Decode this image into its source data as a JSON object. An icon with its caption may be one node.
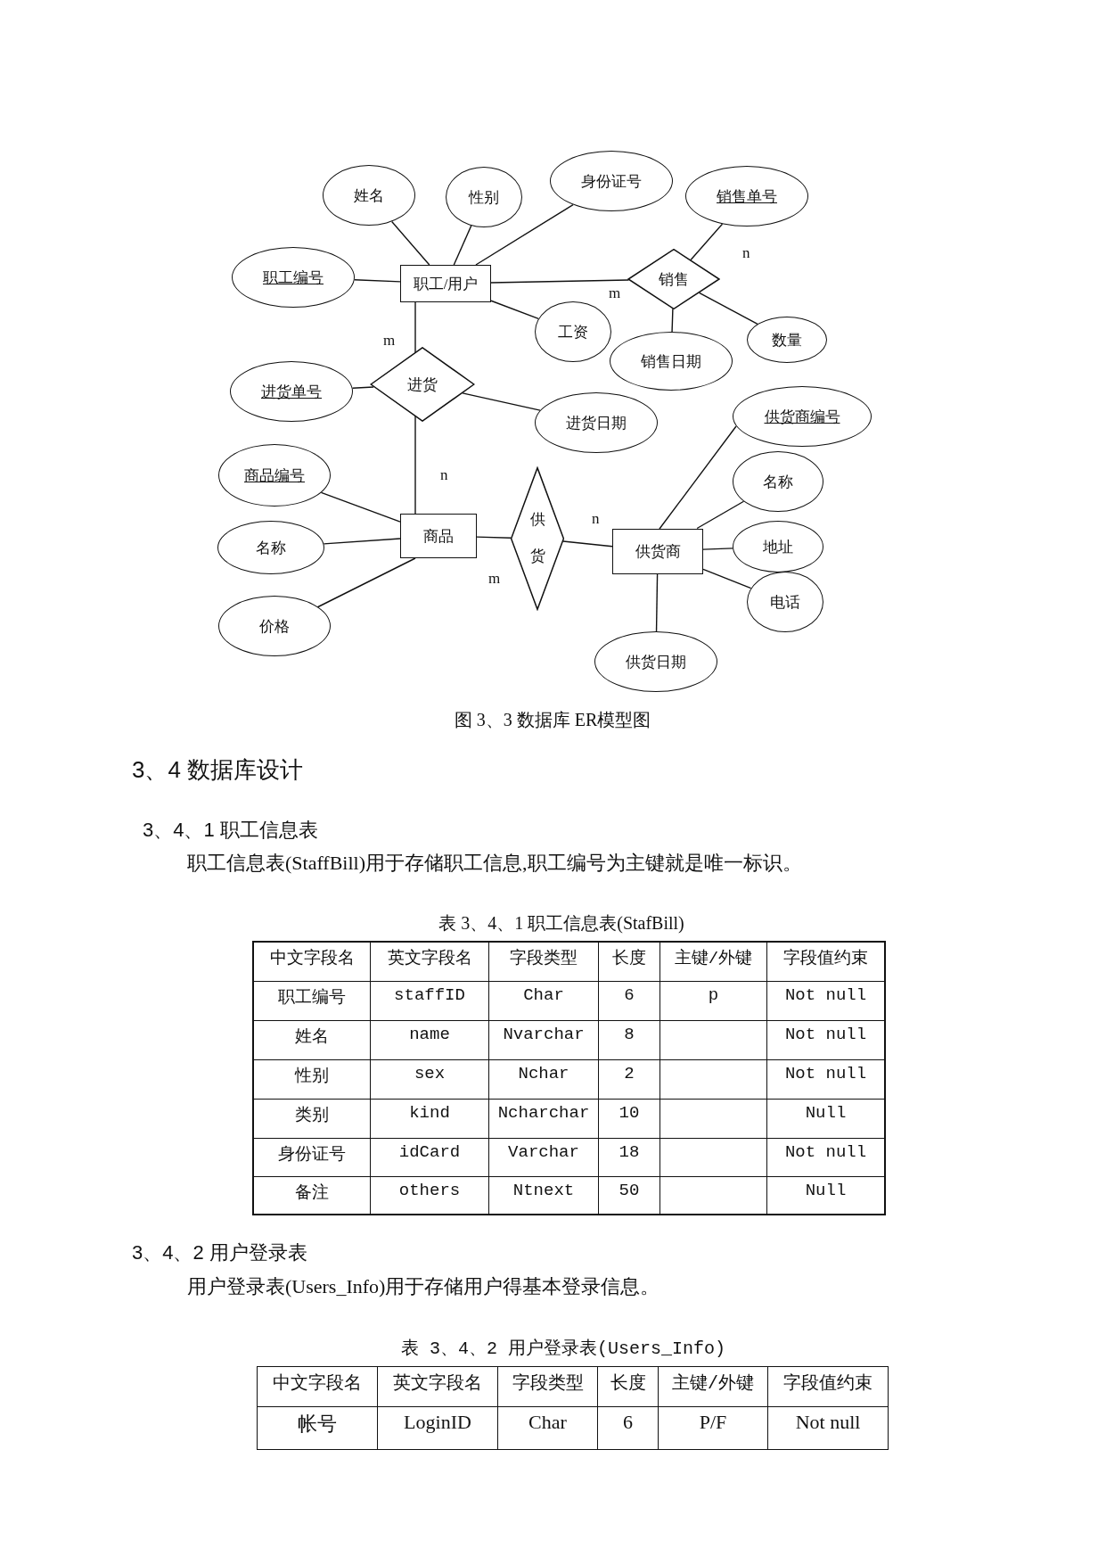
{
  "diagram": {
    "caption": "图 3、3 数据库 ER模型图",
    "nodes": [
      {
        "text": [
          "姓名"
        ]
      },
      {
        "text": [
          "性别"
        ]
      },
      {
        "text": [
          "身份证号"
        ]
      },
      {
        "text": [
          "销售单号"
        ]
      },
      {
        "text": [
          "职工编号"
        ]
      },
      {
        "text": [
          "职工/用户"
        ]
      },
      {
        "text": [
          "销售"
        ]
      },
      {
        "text": [
          "工资"
        ]
      },
      {
        "text": [
          "销售日期"
        ]
      },
      {
        "text": [
          "数量"
        ]
      },
      {
        "text": [
          "进货单号"
        ]
      },
      {
        "text": [
          "进货"
        ]
      },
      {
        "text": [
          "进货日期"
        ]
      },
      {
        "text": [
          "供货商编号"
        ]
      },
      {
        "text": [
          "商品编号"
        ]
      },
      {
        "text": [
          "名称"
        ]
      },
      {
        "text": [
          "商品"
        ]
      },
      {
        "text": [
          "供货"
        ]
      },
      {
        "text": [
          "名称"
        ]
      },
      {
        "text": [
          "供货商"
        ]
      },
      {
        "text": [
          "地址"
        ]
      },
      {
        "text": [
          "电话"
        ]
      },
      {
        "text": [
          "价格"
        ]
      },
      {
        "text": [
          "供货日期"
        ]
      }
    ],
    "edges": [
      {
        "from": 4,
        "to": 5,
        "arrow": "none"
      },
      {
        "from": 0,
        "to": 5,
        "arrow": "none"
      },
      {
        "from": 1,
        "to": 5,
        "arrow": "none"
      },
      {
        "from": 2,
        "to": 5,
        "arrow": "none"
      },
      {
        "from": 5,
        "to": 7,
        "arrow": "none"
      },
      {
        "from": 5,
        "to": 6,
        "arrow": "none",
        "label": "m"
      },
      {
        "from": 6,
        "to": 3,
        "arrow": "none",
        "label": "n"
      },
      {
        "from": 6,
        "to": 8,
        "arrow": "none"
      },
      {
        "from": 6,
        "to": 9,
        "arrow": "none"
      },
      {
        "from": 5,
        "to": 11,
        "arrow": "none",
        "label": "m"
      },
      {
        "from": 10,
        "to": 11,
        "arrow": "none"
      },
      {
        "from": 11,
        "to": 12,
        "arrow": "none"
      },
      {
        "from": 11,
        "to": 16,
        "arrow": "none",
        "label": "n"
      },
      {
        "from": 14,
        "to": 16,
        "arrow": "none"
      },
      {
        "from": 18,
        "to": 16,
        "arrow": "none"
      },
      {
        "from": 22,
        "to": 16,
        "arrow": "none"
      },
      {
        "from": 16,
        "to": 17,
        "arrow": "none",
        "label": "m"
      },
      {
        "from": 17,
        "to": 19,
        "arrow": "none",
        "label": "n"
      },
      {
        "from": 19,
        "to": 13,
        "arrow": "none"
      },
      {
        "from": 19,
        "to": 15,
        "arrow": "none"
      },
      {
        "from": 19,
        "to": 20,
        "arrow": "none"
      },
      {
        "from": 19,
        "to": 21,
        "arrow": "none"
      },
      {
        "from": 19,
        "to": 23,
        "arrow": "none"
      }
    ],
    "labels": [
      "3、4 数据库设计",
      "3、4、1 职工信息表",
      "职工信息表(StaffBill)用于存储职工信息,职工编号为主键就是唯一标识。",
      "表 3、4、1 职工信息表(StafBill)",
      "中文字段名",
      "英文字段名",
      "字段类型",
      "长度",
      "主键/外键",
      "字段值约束",
      "职工编号",
      "staffID",
      "Char",
      "6",
      "p",
      "Not null",
      "姓名",
      "name",
      "Nvarchar",
      "8",
      "Not null",
      "性别",
      "sex",
      "Nchar",
      "2",
      "Not null",
      "类别",
      "kind",
      "Ncharchar",
      "10",
      "Null",
      "身份证号",
      "idCard",
      "Varchar",
      "18",
      "Not null",
      "备注",
      "others",
      "Ntnext",
      "50",
      "Null",
      "3、4、2 用户登录表",
      "用户登录表(Users_Info)用于存储用户得基本登录信息。",
      "表 3、4、2 用户登录表(Users_Info)",
      "中文字段名",
      "英文字段名",
      "字段类型",
      "长度",
      "主键/外键",
      "字段值约束",
      "帐号",
      "LoginID",
      "Char",
      "6",
      "P/F",
      "Not null"
    ]
  }
}
